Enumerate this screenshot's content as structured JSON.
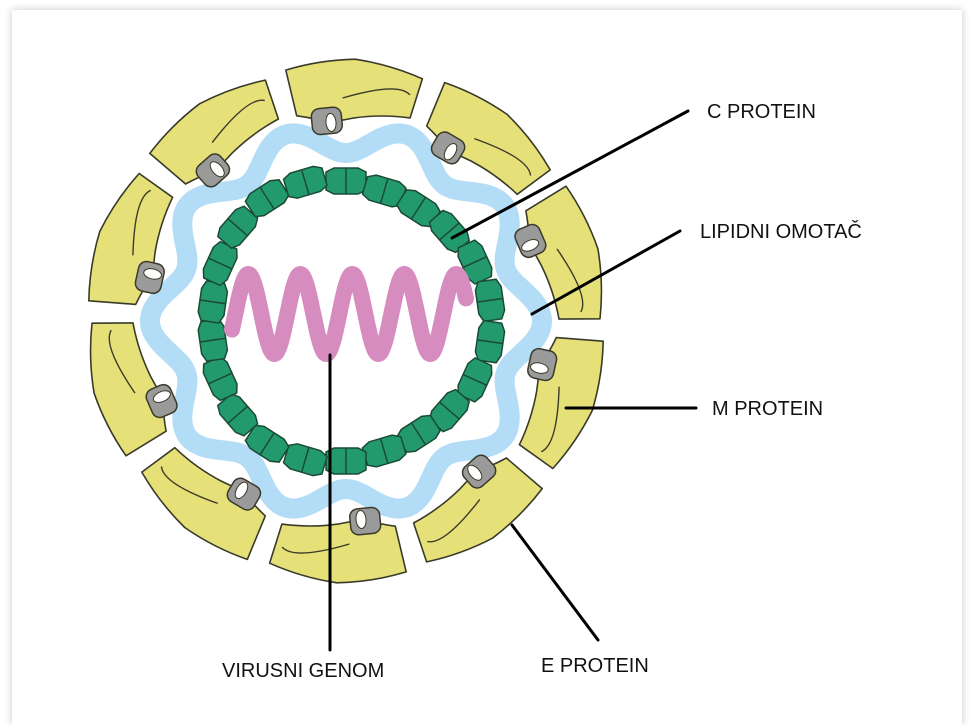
{
  "diagram": {
    "colors": {
      "envelope_protein": "#e5e178",
      "envelope_outline": "#3a3a2a",
      "membrane_anchor": "#9a9a9a",
      "lipid_membrane": "#b3dcf7",
      "capsid_protein": "#239a6e",
      "capsid_outline": "#1a4a36",
      "genome": "#d78cc0",
      "leader_line": "#000000"
    },
    "labels": {
      "c_protein": "C PROTEIN",
      "lipid_envelope": "LIPIDNI OMOTAČ",
      "m_protein": "M PROTEIN",
      "e_protein": "E PROTEIN",
      "viral_genome": "VIRUSNI GENOM"
    }
  }
}
